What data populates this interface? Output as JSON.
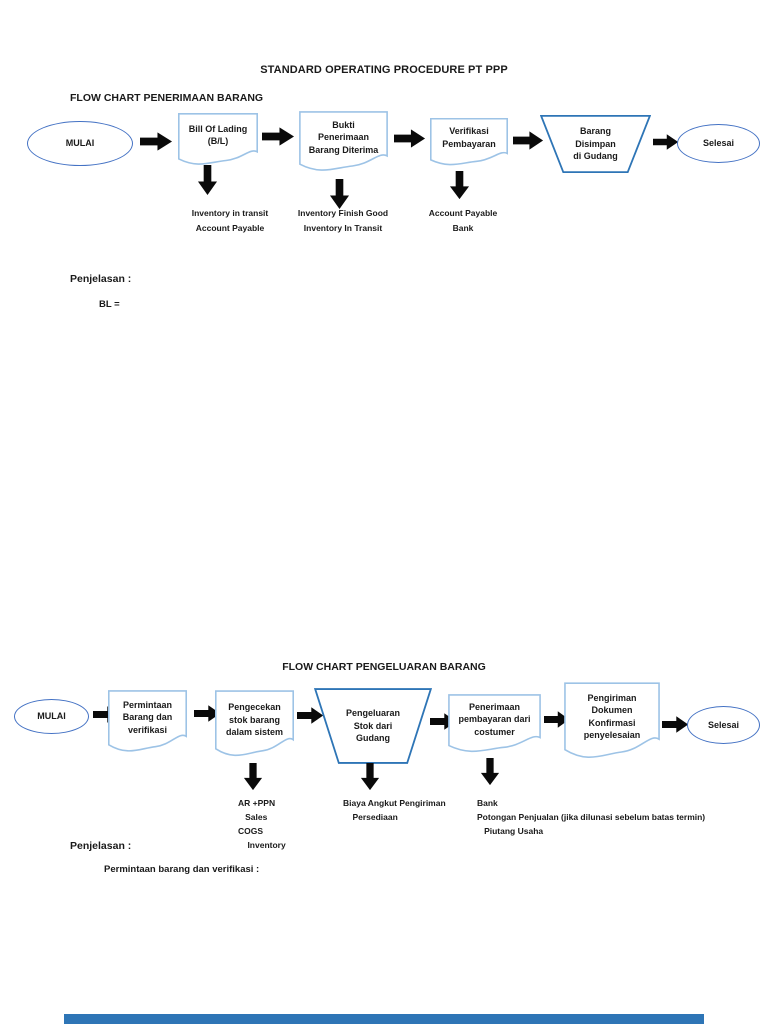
{
  "page": {
    "title": "STANDARD OPERATING PROCEDURE PT PPP"
  },
  "colors": {
    "ellipse_border": "#4472c4",
    "doc_border": "#9dc3e6",
    "trapezoid_border": "#2e75b6",
    "arrow_black": "#0a0a0a",
    "footer_bar": "#2e75b6",
    "text": "#1a1a1a"
  },
  "chart1": {
    "heading": "FLOW CHART PENERIMAAN BARANG",
    "nodes": {
      "start": "MULAI",
      "bill_of_lading": "Bill Of Lading\n(B/L)",
      "bukti_penerimaan": "Bukti\nPenerimaan\nBarang Diterima",
      "verifikasi": "Verifikasi\nPembayaran",
      "barang_disimpan": "Barang\nDisimpan\ndi Gudang",
      "end": "Selesai"
    },
    "notes": {
      "bill_of_lading": "Inventory in transit\nAccount Payable",
      "bukti_penerimaan": "Inventory Finish Good\nInventory In Transit",
      "verifikasi": "Account Payable\nBank"
    },
    "explanation": {
      "label": "Penjelasan :",
      "item": "BL ="
    }
  },
  "chart2": {
    "heading": "FLOW CHART PENGELUARAN BARANG",
    "nodes": {
      "start": "MULAI",
      "permintaan": "Permintaan\nBarang dan\nverifikasi",
      "pengecekan": "Pengecekan\nstok barang\ndalam sistem",
      "pengeluaran": "Pengeluaran\nStok dari\nGudang",
      "penerimaan": "Penerimaan\npembayaran dari\ncostumer",
      "pengiriman": "Pengiriman\nDokumen\nKonfirmasi\npenyelesaian",
      "end": "Selesai"
    },
    "notes": {
      "pengecekan": "AR +PPN\n   Sales\nCOGS\n    Inventory",
      "pengeluaran": "Biaya Angkut Pengiriman\n    Persediaan",
      "penerimaan": "Bank\nPotongan Penjualan (jika dilunasi sebelum batas termin)\n   Piutang Usaha"
    },
    "explanation": {
      "label": "Penjelasan :",
      "item": "Permintaan barang dan verifikasi :"
    }
  }
}
